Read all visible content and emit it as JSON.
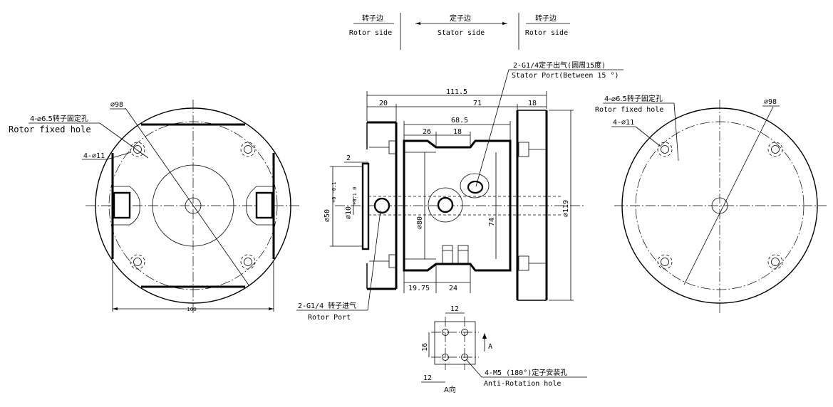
{
  "header": {
    "left_cn": "转子边",
    "left_en": "Rotor side",
    "center_cn": "定子边",
    "center_en": "Stator side",
    "right_cn": "转子边",
    "right_en": "Rotor side"
  },
  "left_view": {
    "hole_label_cn": "4-⌀6.5转子固定孔",
    "hole_label_en": "Rotor fixed hole",
    "dia_label": "⌀98",
    "small_hole_label": "4-⌀11",
    "width_dim": "100"
  },
  "side_view": {
    "stator_port_cn": "2-G1/4定子出气(圆周15度)",
    "stator_port_en": "Stator Port(Between 15 °)",
    "rotor_port_cn": "2-G1/4 转子进气",
    "rotor_port_en": "Rotor Port",
    "dims": {
      "overall": "111.5",
      "left_flange": "20",
      "body": "71",
      "right_flange": "18",
      "inner": "68.5",
      "d26": "26",
      "d18": "18",
      "d2": "2",
      "phi50": "⌀50",
      "phi50_tol": "+0 -0.1",
      "phi10": "⌀10",
      "phi10_tol": "+0.1 0",
      "phi80": "⌀80",
      "d74": "74",
      "phi119": "⌀119",
      "d1975": "19.75",
      "d24": "24"
    }
  },
  "detail_a": {
    "d12_top": "12",
    "d16": "16",
    "d12_bottom": "12",
    "arrow_label": "A",
    "view_label": "A向",
    "label_cn": "4-M5 (180°)定子安装孔",
    "label_en": "Anti-Rotation hole"
  },
  "right_view": {
    "hole_label_cn": "4-⌀6.5转子固定孔",
    "hole_label_en": "Rotor fixed hole",
    "small_hole_label": "4-⌀11",
    "dia_label": "⌀98"
  }
}
